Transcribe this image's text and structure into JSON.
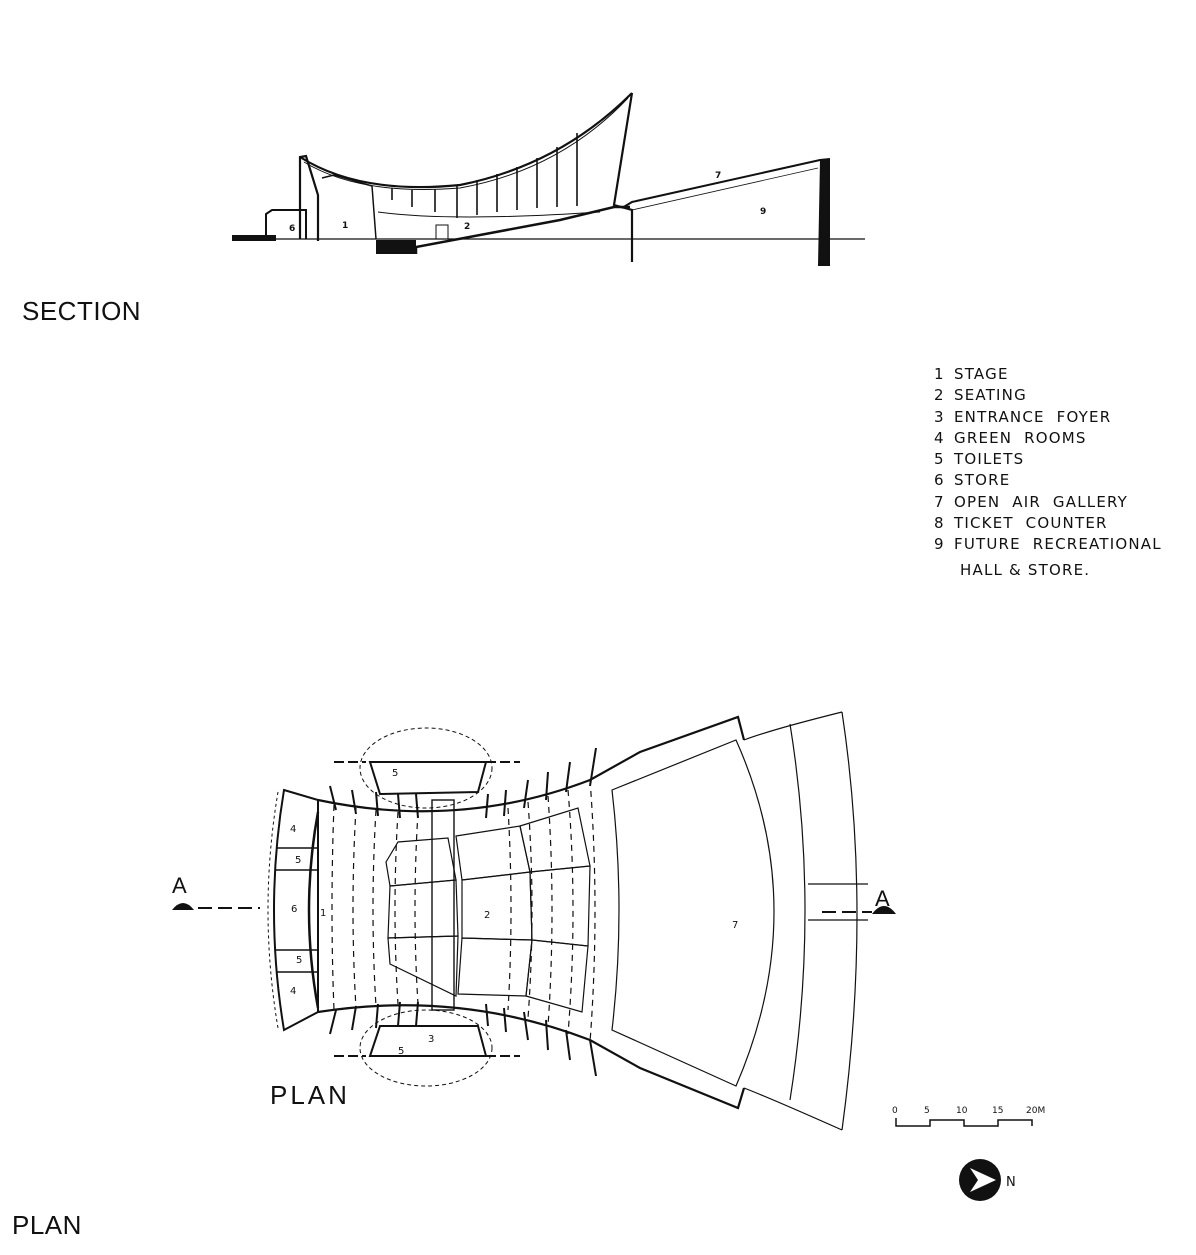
{
  "section": {
    "title": "SECTION",
    "labels": [
      "6",
      "1",
      "2",
      "7",
      "9"
    ]
  },
  "legend": {
    "items": [
      {
        "num": "1",
        "text": "STAGE"
      },
      {
        "num": "2",
        "text": "SEATING"
      },
      {
        "num": "3",
        "text": "ENTRANCE  FOYER"
      },
      {
        "num": "4",
        "text": "GREEN  ROOMS"
      },
      {
        "num": "5",
        "text": "TOILETS"
      },
      {
        "num": "6",
        "text": "STORE"
      },
      {
        "num": "7",
        "text": "OPEN  AIR  GALLERY"
      },
      {
        "num": "8",
        "text": "TICKET  COUNTER"
      },
      {
        "num": "9",
        "text": "FUTURE  RECREATIONAL"
      }
    ],
    "continuation": "HALL & STORE."
  },
  "plan": {
    "title": "PLAN",
    "section_marker": "A",
    "room_labels": [
      "4",
      "5",
      "6",
      "5",
      "4",
      "1",
      "2",
      "3",
      "5",
      "5",
      "7"
    ]
  },
  "scale_bar": {
    "ticks": [
      "0",
      "5",
      "10",
      "15",
      "20M"
    ]
  },
  "north_arrow": {
    "label": "N"
  },
  "page_caption": "PLAN"
}
